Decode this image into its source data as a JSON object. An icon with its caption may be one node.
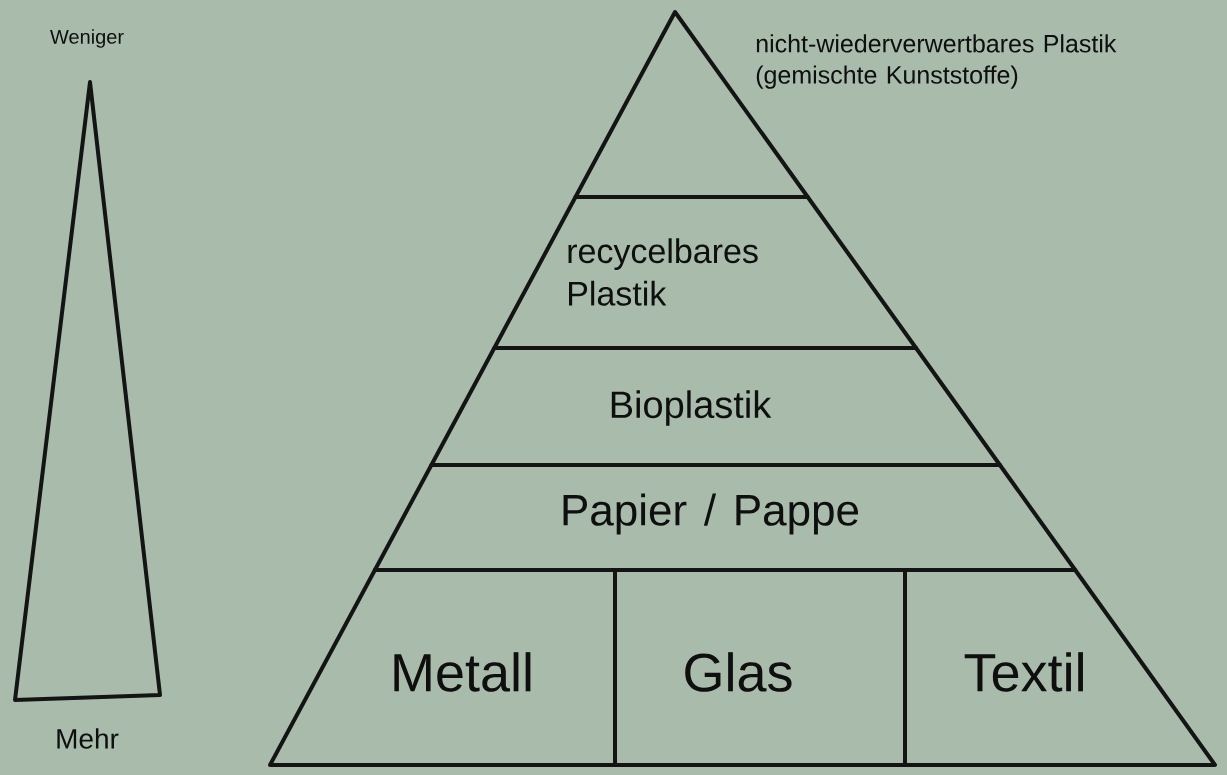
{
  "diagram": {
    "nodes": [
      {
        "text": [
          "Weniger",
          "Mehr"
        ]
      },
      {
        "text": [
          "nicht-wiederverwertbares Plastik (gemischte Kunststoffe)"
        ]
      },
      {
        "text": [
          "recycelbares Plastik"
        ]
      },
      {
        "text": [
          "Bioplastik"
        ]
      },
      {
        "text": [
          "Papier / Pappe"
        ]
      },
      {
        "text": [
          "Metall"
        ]
      },
      {
        "text": [
          "Glas"
        ]
      },
      {
        "text": [
          "Textil"
        ]
      }
    ]
  }
}
